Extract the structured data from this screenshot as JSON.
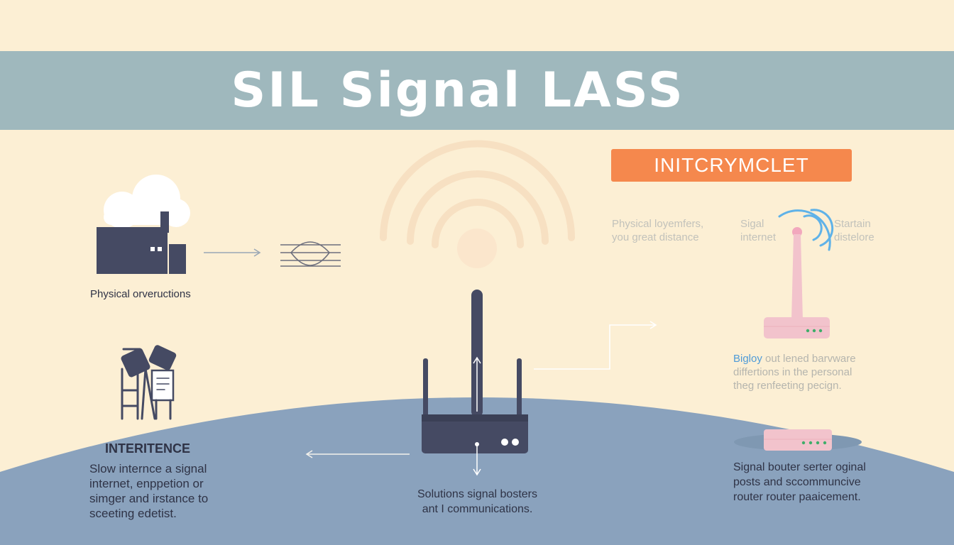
{
  "title": "SIL Signal LASS",
  "badge": "INITCRYMCLET",
  "labels": {
    "obstructions": "Physical orveructions",
    "interference_title": "INTERITENCE",
    "interference_body": [
      "Slow internce a signal",
      "internet, enppetion or",
      "simger and irstance to",
      "sceeting edetist."
    ],
    "solutions": [
      "Solutions signal bosters",
      "ant I communications."
    ],
    "faded_left": [
      "Physical loyemfers,",
      "you great distance"
    ],
    "faded_signal": [
      "Sigal",
      "internet"
    ],
    "faded_right": [
      "Startain",
      "distelore"
    ],
    "router_tip_lead": "Bigloy",
    "router_tip": [
      "out lened barvware",
      "differtions in the personal",
      "theg renfeeting pecign."
    ],
    "router_bottom": [
      "Signal bouter serter oginal",
      "posts and sccommuncive",
      "router router paaicement."
    ]
  },
  "colors": {
    "background": "#fcefd4",
    "banner": "#9fb8bd",
    "badge": "#f5884d",
    "ground": "#8aa2bd",
    "dark": "#454a63",
    "pink": "#f2c3cc",
    "wifi_blue": "#5fb2e8"
  },
  "icons": [
    "cloud-icon",
    "building-icon",
    "wall-icon",
    "wifi-waves-icon",
    "workers-icon",
    "router-icon",
    "pink-router-icon",
    "wifi-blue-icon",
    "arrow-icon"
  ]
}
